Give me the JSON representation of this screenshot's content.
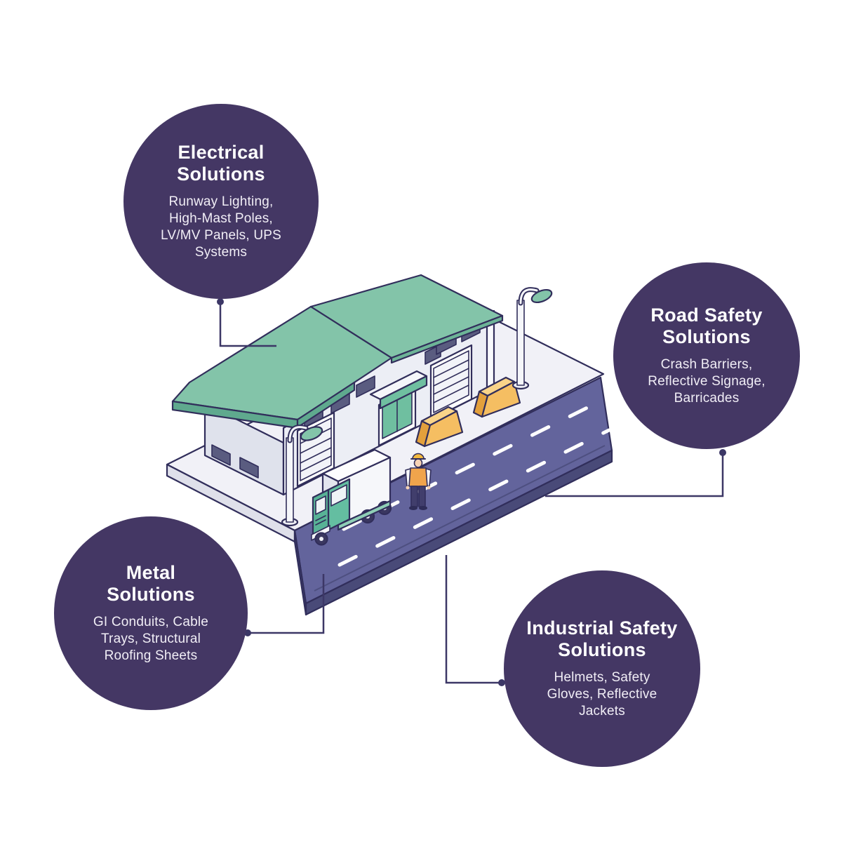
{
  "canvas": {
    "background": "#ffffff"
  },
  "palette": {
    "bubble_purple": "#443764",
    "connector_line": "#3C3766",
    "outline_ink": "#312E5B",
    "roof_teal": "#83C4A9",
    "roof_fascia_teal": "#5FA98E",
    "entrance_teal": "#6FBFA0",
    "wall_light": "#ECEEF5",
    "window_slate": "#5A5C80",
    "sidewalk": "#F1F1F7",
    "road_purple": "#63649C",
    "road_side": "#494A78",
    "lane_marking": "#FFFFFF",
    "barricade_orange": "#F5BE62",
    "truck_cab_green": "#64BEA1",
    "safety_vest_orange": "#F0A44C",
    "helmet_yellow": "#F3B93F",
    "text_white": "#FFFFFF"
  },
  "bubbles": [
    {
      "id": "electrical",
      "title_lines": [
        "Electrical",
        "Solutions"
      ],
      "body_lines": [
        "Runway Lighting,",
        "High-Mast Poles,",
        "LV/MV Panels, UPS",
        "Systems"
      ]
    },
    {
      "id": "road-safety",
      "title_lines": [
        "Road Safety",
        "Solutions"
      ],
      "body_lines": [
        "Crash Barriers,",
        "Reflective Signage,",
        "Barricades"
      ]
    },
    {
      "id": "metal",
      "title_lines": [
        "Metal",
        "Solutions"
      ],
      "body_lines": [
        "GI Conduits, Cable",
        "Trays, Structural",
        "Roofing Sheets"
      ]
    },
    {
      "id": "industrial-safety",
      "title_lines": [
        "Industrial Safety",
        "Solutions"
      ],
      "body_lines": [
        "Helmets, Safety",
        "Gloves, Reflective",
        "Jackets"
      ]
    }
  ],
  "illustration": {
    "label": "isometric warehouse street scene",
    "elements": [
      "warehouse-building",
      "green-gable-roof",
      "roller-shutter-doors",
      "entrance-canopy",
      "street-lamps",
      "road-with-lane-markings",
      "delivery-truck",
      "construction-worker",
      "traffic-barricades",
      "sidewalk"
    ]
  }
}
